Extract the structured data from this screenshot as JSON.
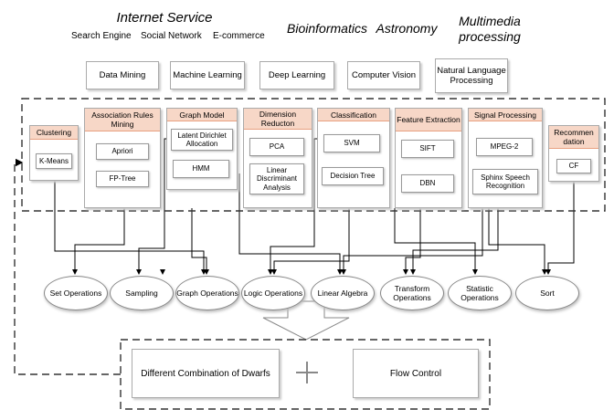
{
  "domains": {
    "internet_service": "Internet Service",
    "internet_subs": [
      "Search Engine",
      "Social Network",
      "E-commerce"
    ],
    "bioinformatics": "Bioinformatics",
    "astronomy": "Astronomy",
    "multimedia_line1": "Multimedia",
    "multimedia_line2": "processing"
  },
  "categories": [
    "Data Mining",
    "Machine Learning",
    "Deep Learning",
    "Computer Vision",
    "Natural Language Processing"
  ],
  "algorithm_groups": [
    {
      "title": "Clustering",
      "items": [
        "K-Means"
      ]
    },
    {
      "title": "Association Rules Mining",
      "items": [
        "Apriori",
        "FP-Tree"
      ]
    },
    {
      "title": "Graph Model",
      "items": [
        "Latent Dirichlet Allocation",
        "HMM"
      ]
    },
    {
      "title": "Dimension Reducton",
      "items": [
        "PCA",
        "Linear Discriminant Analysis"
      ]
    },
    {
      "title": "Classification",
      "items": [
        "SVM",
        "Decision Tree"
      ]
    },
    {
      "title": "Feature Extraction",
      "items": [
        "SIFT",
        "DBN"
      ]
    },
    {
      "title": "Signal Processing",
      "items": [
        "MPEG-2",
        "Sphinx Speech Recognition"
      ]
    },
    {
      "title": "Recommen dation",
      "items": [
        "CF"
      ]
    }
  ],
  "dwarfs": [
    "Set Operations",
    "Sampling",
    "Graph Operations",
    "Logic Operations",
    "Linear Algebra",
    "Transform Operations",
    "Statistic Operations",
    "Sort"
  ],
  "bottom": {
    "combination": "Different Combination of Dwarfs",
    "flow": "Flow Control"
  }
}
